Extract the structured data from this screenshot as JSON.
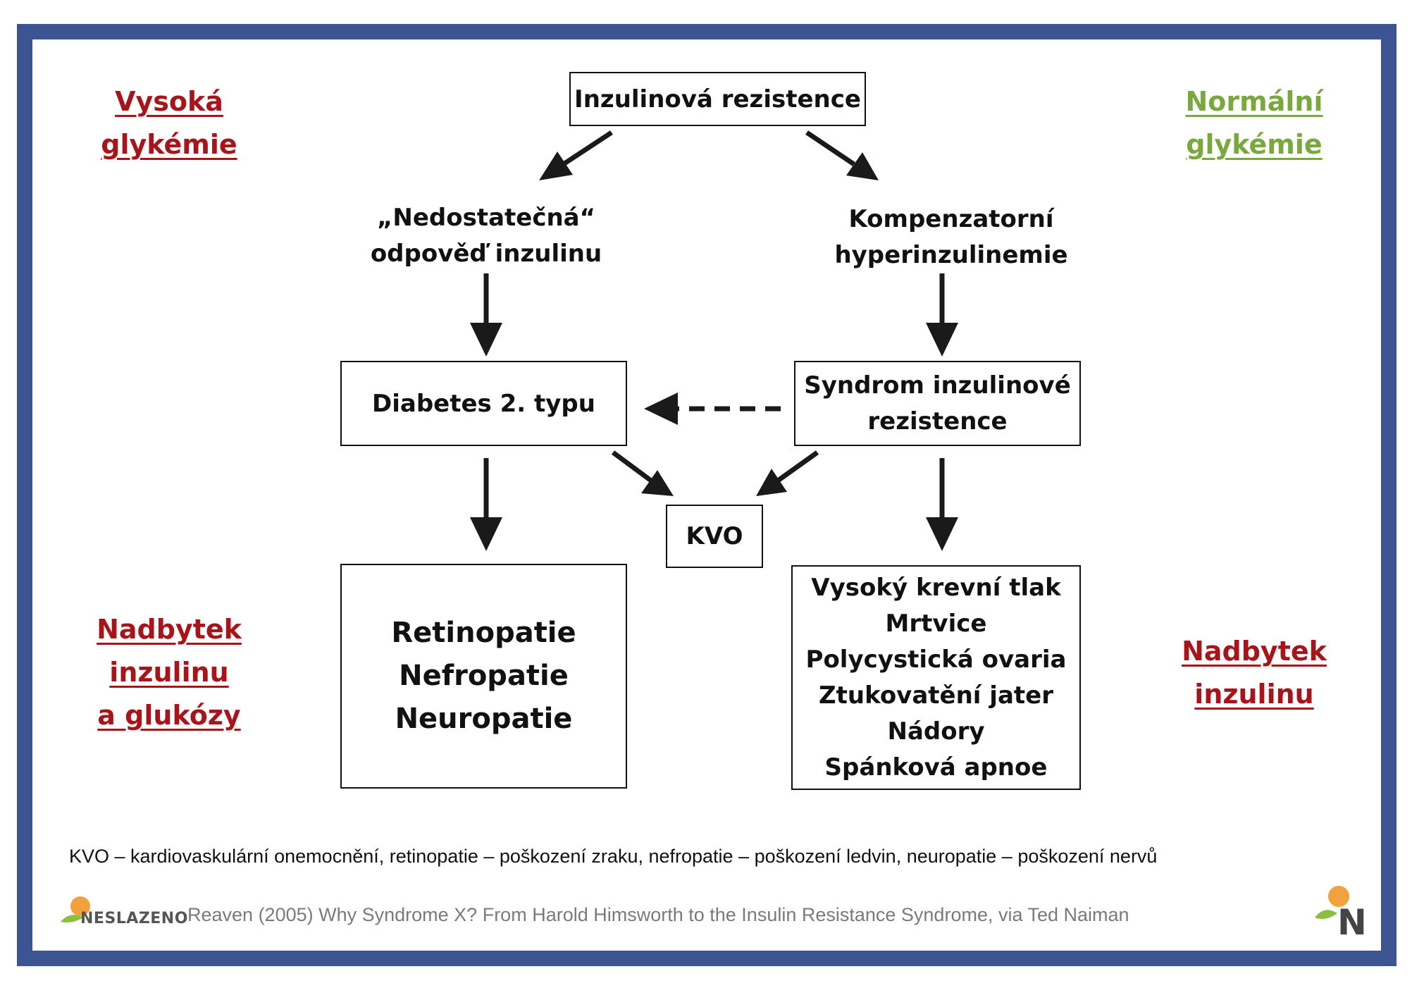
{
  "corners": {
    "top_left": [
      "Vysoká",
      "glykémie"
    ],
    "top_right": [
      "Normální",
      "glykémie"
    ],
    "bottom_left": [
      "Nadbytek",
      "inzulinu",
      "a glukózy"
    ],
    "bottom_right": [
      "Nadbytek",
      "inzulinu"
    ]
  },
  "nodes": {
    "insulin_resistance": "Inzulinová rezistence",
    "insufficient_response": [
      "„Nedostatečná“",
      "odpověď inzulinu"
    ],
    "compensatory_hyperinsulinemia": [
      "Kompenzatorní",
      "hyperinzulinemie"
    ],
    "diabetes_type2": "Diabetes 2. typu",
    "insulin_resistance_syndrome": [
      "Syndrom inzulinové",
      "rezistence"
    ],
    "kvo": "KVO",
    "complications_left": [
      "Retinopatie",
      "Nefropatie",
      "Neuropatie"
    ],
    "complications_right": [
      "Vysoký krevní tlak",
      "Mrtvice",
      "Polycystická ovaria",
      "Ztukovatění jater",
      "Nádory",
      "Spánková apnoe"
    ]
  },
  "footnote": "KVO – kardiovaskulární onemocnění, retinopatie – poškození zraku, nefropatie – poškození ledvin, neuropatie – poškození nervů",
  "citation": "Reaven (2005) Why Syndrome X? From Harold Himsworth to the Insulin Resistance Syndrome, via Ted Naiman",
  "logos": {
    "left": "NESLAZENO",
    "right": "N"
  },
  "colors": {
    "frame": "#3c5491",
    "red_label": "#a8141a",
    "green_label": "#79a93d",
    "logo_orange": "#f2a23a",
    "logo_green": "#8cbf3f"
  }
}
